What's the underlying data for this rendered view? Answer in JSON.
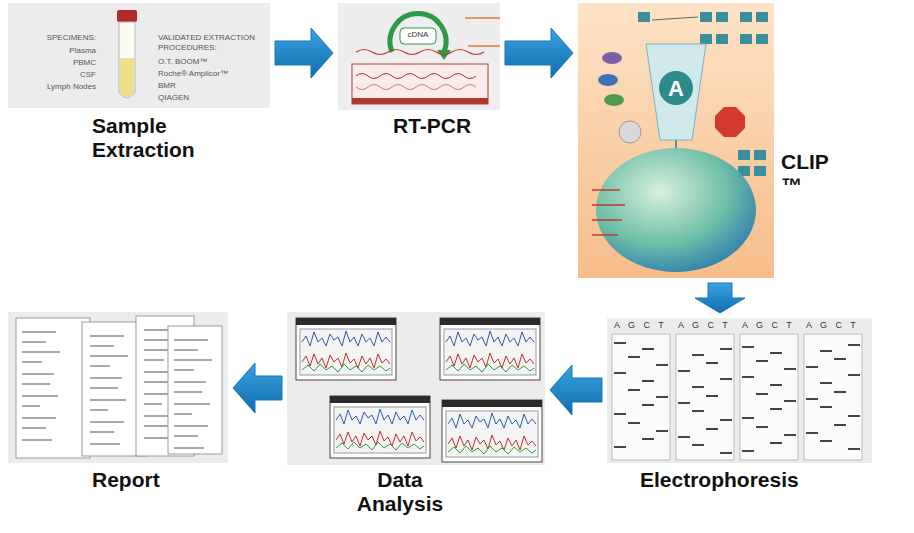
{
  "diagram": {
    "nodes": [
      {
        "text": [
          "Sample Extraction"
        ]
      },
      {
        "text": [
          "RT-PCR"
        ]
      },
      {
        "text": [
          "CLIP ™"
        ]
      },
      {
        "text": [
          "Electrophoresis"
        ]
      },
      {
        "text": [
          "Data Analysis"
        ]
      },
      {
        "text": [
          "Report"
        ]
      }
    ],
    "edges": [
      {
        "from": 0,
        "to": 1,
        "arrow": "to"
      },
      {
        "from": 1,
        "to": 2,
        "arrow": "to"
      },
      {
        "from": 2,
        "to": 3,
        "arrow": "to"
      },
      {
        "from": 3,
        "to": 4,
        "arrow": "to"
      },
      {
        "from": 4,
        "to": 5,
        "arrow": "to"
      }
    ],
    "labels": [
      "SPECIMENS:",
      "Plasma",
      "PBMC",
      "CSF",
      "Lymph Nodes",
      "VALIDATED EXTRACTION PROCEDURES:",
      "O.T. BOOM™",
      "Roche® Amplicor™",
      "BMR",
      "QIAGEN",
      "cDNA",
      "A",
      "A G C T",
      "A G C T",
      "A G C T",
      "A G C T"
    ]
  }
}
